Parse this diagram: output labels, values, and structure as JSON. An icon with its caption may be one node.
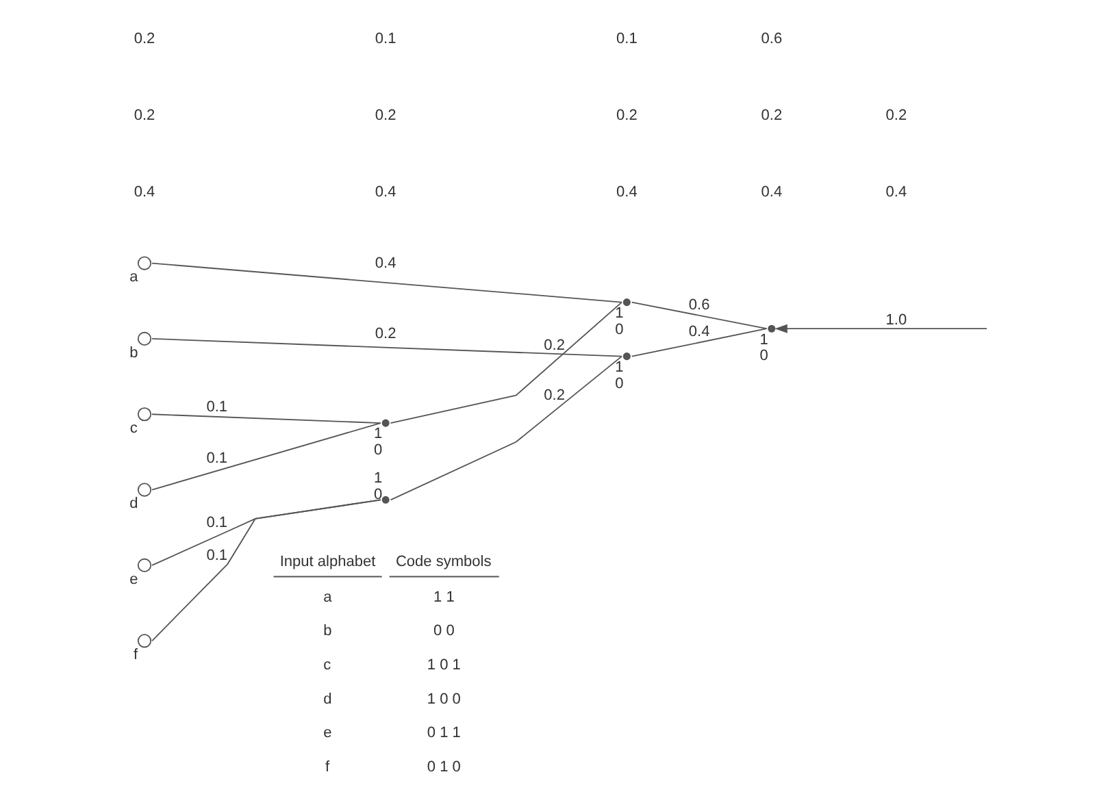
{
  "diagram": {
    "nodes": [
      {
        "text": [],
        "shape": "circle",
        "beside": [
          "a"
        ]
      },
      {
        "text": [],
        "shape": "circle",
        "beside": [
          "b"
        ]
      },
      {
        "text": [],
        "shape": "circle",
        "beside": [
          "c"
        ]
      },
      {
        "text": [],
        "shape": "circle",
        "beside": [
          "d"
        ]
      },
      {
        "text": [],
        "shape": "circle",
        "beside": [
          "e"
        ]
      },
      {
        "text": [],
        "shape": "circle",
        "beside": [
          "f"
        ]
      },
      {
        "text": [],
        "shape": "dot",
        "beside": [
          "1",
          "0"
        ]
      },
      {
        "text": [],
        "shape": "dot",
        "beside": [
          "1",
          "0"
        ]
      },
      {
        "text": [],
        "shape": "dot",
        "beside": [
          "1",
          "0"
        ]
      },
      {
        "text": [],
        "shape": "dot",
        "beside": [
          "1",
          "0"
        ]
      },
      {
        "text": [],
        "shape": "dot",
        "beside": [
          "1",
          "0"
        ]
      }
    ],
    "edges": [
      {
        "from": 0,
        "to": 9,
        "arrow": "none",
        "label": "0.4"
      },
      {
        "from": 1,
        "to": 8,
        "arrow": "none",
        "label": "0.2"
      },
      {
        "from": 2,
        "to": 7,
        "arrow": "none",
        "label": "0.1"
      },
      {
        "from": 3,
        "to": 7,
        "arrow": "none",
        "label": "0.1"
      },
      {
        "from": 4,
        "to": 6,
        "arrow": "none",
        "label": "0.1"
      },
      {
        "from": 5,
        "to": 6,
        "arrow": "none",
        "label": "0.1"
      },
      {
        "from": 6,
        "to": 8,
        "arrow": "none",
        "label": "0.2"
      },
      {
        "from": 7,
        "to": 9,
        "arrow": "none",
        "label": "0.2"
      },
      {
        "from": 8,
        "to": 10,
        "arrow": "none",
        "label": "0.4"
      },
      {
        "from": 9,
        "to": 10,
        "arrow": "none",
        "label": "0.6"
      },
      {
        "from": null,
        "to": 10,
        "arrow": "to",
        "label": "1.0"
      }
    ],
    "labels": [
      "0.4",
      "0.4",
      "0.4",
      "0.4",
      "0.4",
      "0.2",
      "0.2",
      "0.2",
      "0.2",
      "0.2",
      "0.2",
      "0.1",
      "0.1",
      "0.6",
      "Input alphabet",
      "Code symbols",
      "a",
      "1 1",
      "b",
      "0 0",
      "c",
      "1 0 1",
      "d",
      "1 0 0",
      "e",
      "0 1 1",
      "f",
      "0 1 0"
    ]
  }
}
